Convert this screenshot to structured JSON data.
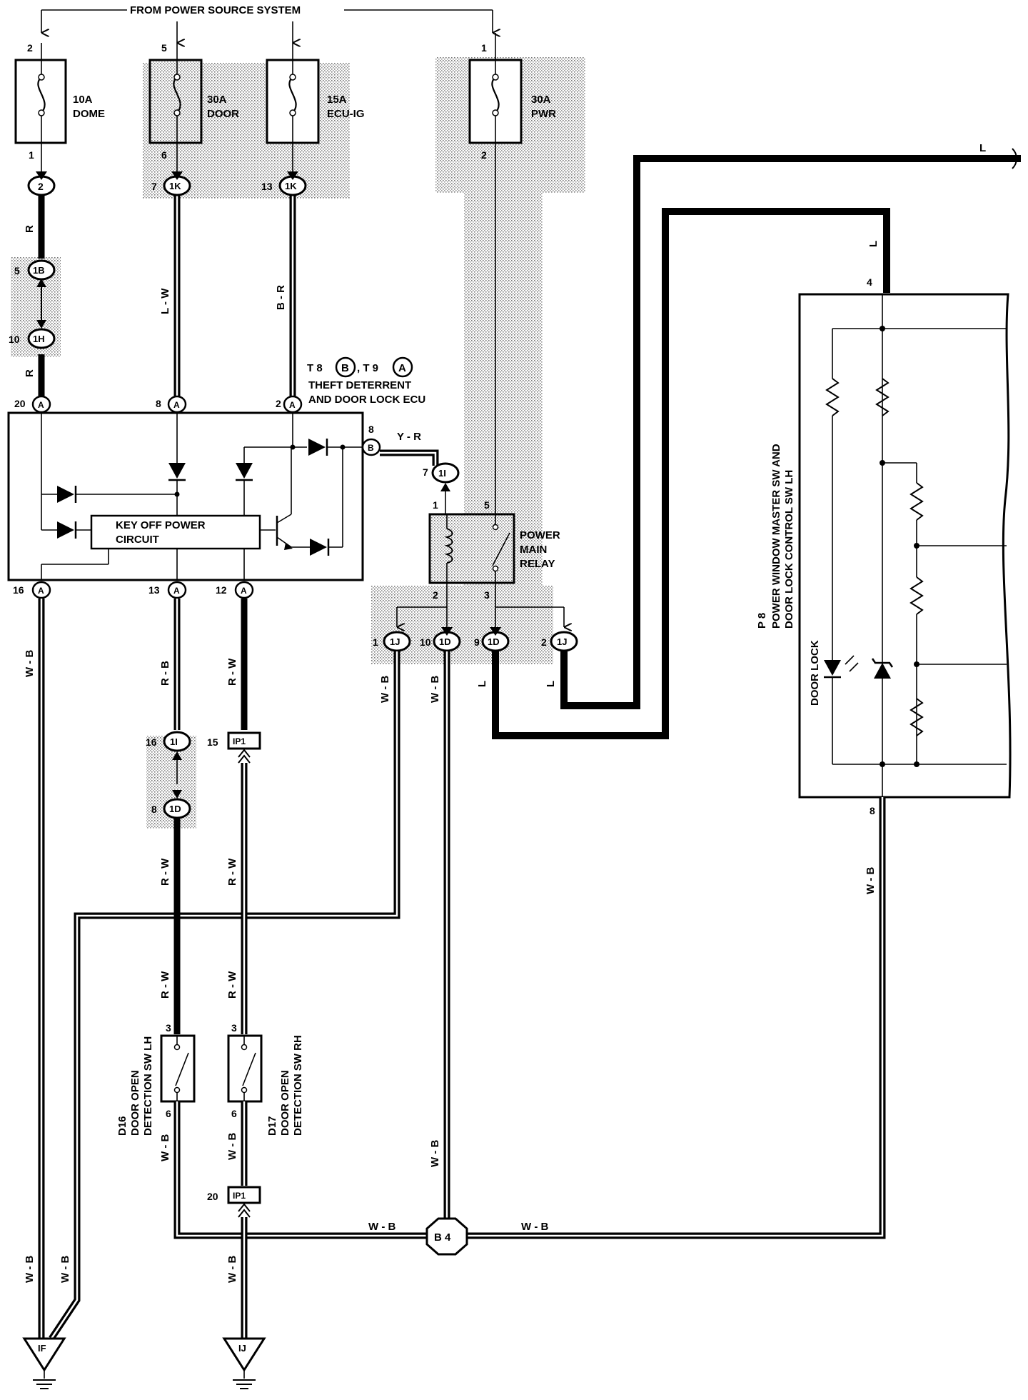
{
  "header": {
    "source_label": "FROM POWER SOURCE SYSTEM"
  },
  "fuses": [
    {
      "id": "dome",
      "rating": "10A",
      "name": "DOME",
      "pin_in": "2",
      "pin_out": "1"
    },
    {
      "id": "door",
      "rating": "30A",
      "name": "DOOR",
      "pin_in": "5",
      "pin_out": "6"
    },
    {
      "id": "ecu_ig",
      "rating": "15A",
      "name": "ECU-IG",
      "pin_in": "",
      "pin_out": ""
    },
    {
      "id": "pwr",
      "rating": "30A",
      "name": "PWR",
      "pin_in": "1",
      "pin_out": "2"
    }
  ],
  "connectors": {
    "c_2": {
      "pin": "",
      "code": "2"
    },
    "c_1b": {
      "pin": "5",
      "code": "1B"
    },
    "c_1h": {
      "pin": "10",
      "code": "1H"
    },
    "c_1k_a": {
      "pin": "7",
      "code": "1K"
    },
    "c_1k_b": {
      "pin": "13",
      "code": "1K"
    },
    "c_ecu_20": {
      "pin": "20",
      "code": "A"
    },
    "c_ecu_8a": {
      "pin": "8",
      "code": "A"
    },
    "c_ecu_2": {
      "pin": "2",
      "code": "A"
    },
    "c_ecu_8b": {
      "pin": "8",
      "code": "B"
    },
    "c_ecu_16": {
      "pin": "16",
      "code": "A"
    },
    "c_ecu_13": {
      "pin": "13",
      "code": "A"
    },
    "c_ecu_12": {
      "pin": "12",
      "code": "A"
    },
    "c_1i_7": {
      "pin": "7",
      "code": "1I"
    },
    "c_1j_1": {
      "pin": "1",
      "code": "1J"
    },
    "c_1d_10": {
      "pin": "10",
      "code": "1D"
    },
    "c_1d_9": {
      "pin": "9",
      "code": "1D"
    },
    "c_1j_2": {
      "pin": "2",
      "code": "1J"
    },
    "c_1i_16": {
      "pin": "16",
      "code": "1I"
    },
    "c_1d_8": {
      "pin": "8",
      "code": "1D"
    },
    "c_ip1_15": {
      "pin": "15",
      "code": "IP1"
    },
    "c_ip1_20": {
      "pin": "20",
      "code": "IP1"
    }
  },
  "wires": {
    "r_top": "R",
    "r_bottom": "R",
    "lw": "L - W",
    "br": "B - R",
    "yr": "Y - R",
    "l_top": "L",
    "l_right": "L",
    "l_left_relay": "L",
    "l_right_relay": "L",
    "wb_16": "W - B",
    "rb": "R - B",
    "rw_12": "R - W",
    "wb_1j": "W - B",
    "wb_1d": "W - B",
    "rw_d16a": "R - W",
    "rw_d17a": "R - W",
    "rw_d16b": "R - W",
    "rw_d17b": "R - W",
    "wb_d16": "W - B",
    "wb_d17": "W - B",
    "wb_p8": "W - B",
    "wb_mid": "W - B",
    "wb_b4_left": "W - B",
    "wb_b4_right": "W - B",
    "wb_gnd1": "W - B",
    "wb_gnd2": "W - B",
    "wb_gnd_ij": "W - B"
  },
  "ecu": {
    "ref_line1_a": "T 8",
    "ref_line1_b": "B",
    "ref_line1_c": ", T 9",
    "ref_line1_d": "A",
    "name_line1": "THEFT DETERRENT",
    "name_line2": "AND DOOR LOCK ECU",
    "circuit_line1": "KEY OFF POWER",
    "circuit_line2": "CIRCUIT"
  },
  "relay": {
    "name_line1": "POWER",
    "name_line2": "MAIN",
    "name_line3": "RELAY",
    "pin_1": "1",
    "pin_5": "5",
    "pin_2": "2",
    "pin_3": "3"
  },
  "master_switch": {
    "ref": "P 8",
    "name_line1": "POWER WINDOW MASTER SW AND",
    "name_line2": "DOOR LOCK CONTROL SW LH",
    "section_label": "DOOR LOCK",
    "pin_top": "4",
    "pin_bottom": "8"
  },
  "door_switches": [
    {
      "ref": "D16",
      "name_line1": "DOOR OPEN",
      "name_line2": "DETECTION SW LH",
      "pin_top": "3",
      "pin_bottom": "6"
    },
    {
      "ref": "D17",
      "name_line1": "DOOR OPEN",
      "name_line2": "DETECTION SW RH",
      "pin_top": "3",
      "pin_bottom": "6"
    }
  ],
  "junction": {
    "code": "B 4"
  },
  "grounds": [
    {
      "code": "IF"
    },
    {
      "code": "IJ"
    }
  ]
}
